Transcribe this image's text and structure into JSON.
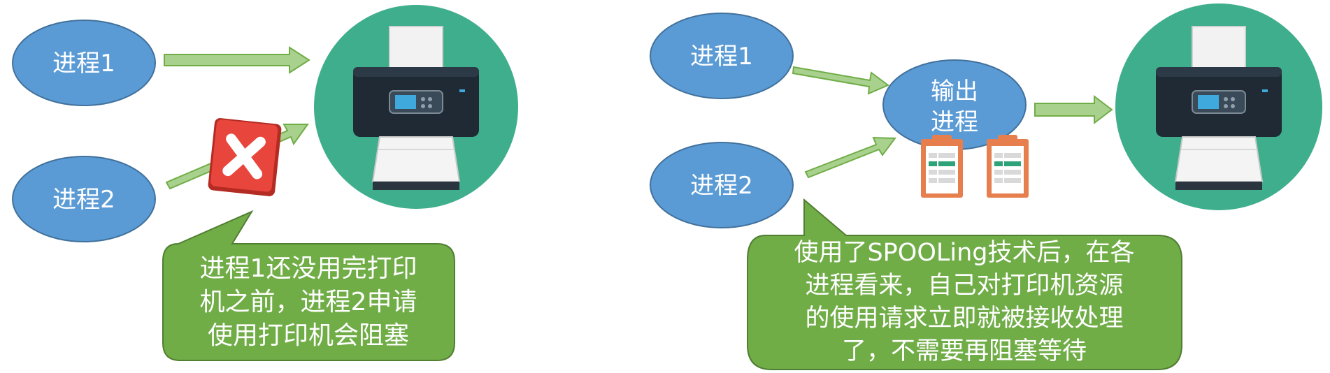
{
  "left_panel": {
    "process1_label": "进程1",
    "process2_label": "进程2",
    "callout_lines": [
      "进程1还没用完打印",
      "机之前，进程2申请",
      "使用打印机会阻塞"
    ],
    "block_icon": "red-x-block-icon",
    "printer_icon": "printer-icon"
  },
  "right_panel": {
    "process1_label": "进程1",
    "process2_label": "进程2",
    "output_process_lines": [
      "输出",
      "进程"
    ],
    "task_icons": [
      "clipboard-list-icon",
      "clipboard-list-icon"
    ],
    "callout_lines": [
      "使用了SPOOLing技术后，在各",
      "进程看来，自己对打印机资源",
      "的使用请求立即就被接收处理",
      "了，不需要再阻塞等待"
    ],
    "printer_icon": "printer-icon"
  },
  "colors": {
    "ellipse_fill": "#5b9bd5",
    "ellipse_stroke": "#41719c",
    "arrow_fill": "#a9d18e",
    "arrow_stroke": "#70ad47",
    "callout_fill": "#70ad47",
    "callout_stroke": "#507e32",
    "printer_circle": "#3fae8c",
    "block_red": "#e8453c",
    "clipboard_orange": "#e67e4d"
  }
}
